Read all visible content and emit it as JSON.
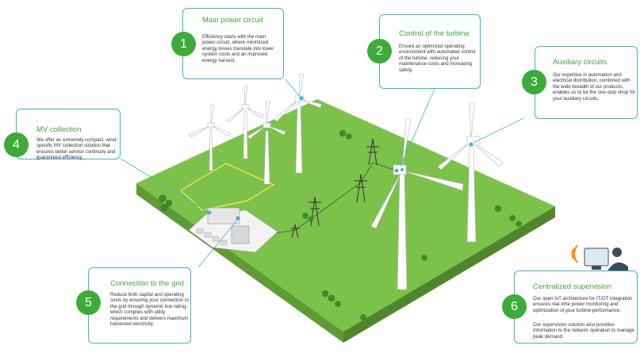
{
  "colors": {
    "grass": "#7cc24a",
    "accent_green": "#3dab3a",
    "card_border": "#3fb2d6",
    "title_green": "#3aa935"
  },
  "callouts": [
    {
      "number": "1",
      "title": "Main power circuit",
      "body": "Efficiency starts with the main power circuit, where minimized energy losses translate into lower system costs and an improved energy harvest."
    },
    {
      "number": "2",
      "title": "Control of the turbine",
      "body": "Ensure an optimized operating environment with automated control of the turbine, reducing your maintenance costs and increasing safety."
    },
    {
      "number": "3",
      "title": "Auxiliary circuits",
      "body": "Our expertise in automation and electrical distribution, combined with the wide breadth of our products, enables us to be the one-stop shop for your auxiliary circuits."
    },
    {
      "number": "4",
      "title": "MV collection",
      "body": "We offer an extremely compact, wind-specific MV collection solution that ensures better service continuity and guaranteed efficiency."
    },
    {
      "number": "5",
      "title": "Connection to the grid",
      "body": "Reduce both capital and operating costs by ensuring your connection to the grid through dynamic line rating, which complies with utility requirements and delivers maximum harvested electricity."
    },
    {
      "number": "6",
      "title": "Centralized supervision",
      "body": "Our open IoT architecture for IT/OT integration ensures real-time power monitoring and optimization of your turbine performance.",
      "body2": "Our supervision solution also provides information to the network operation to manage peak demand."
    }
  ],
  "icons": [
    "wind-turbine-icon",
    "transmission-tower-icon",
    "substation-icon",
    "tree-icon",
    "supervisor-operator-icon",
    "signal-waves-icon"
  ]
}
